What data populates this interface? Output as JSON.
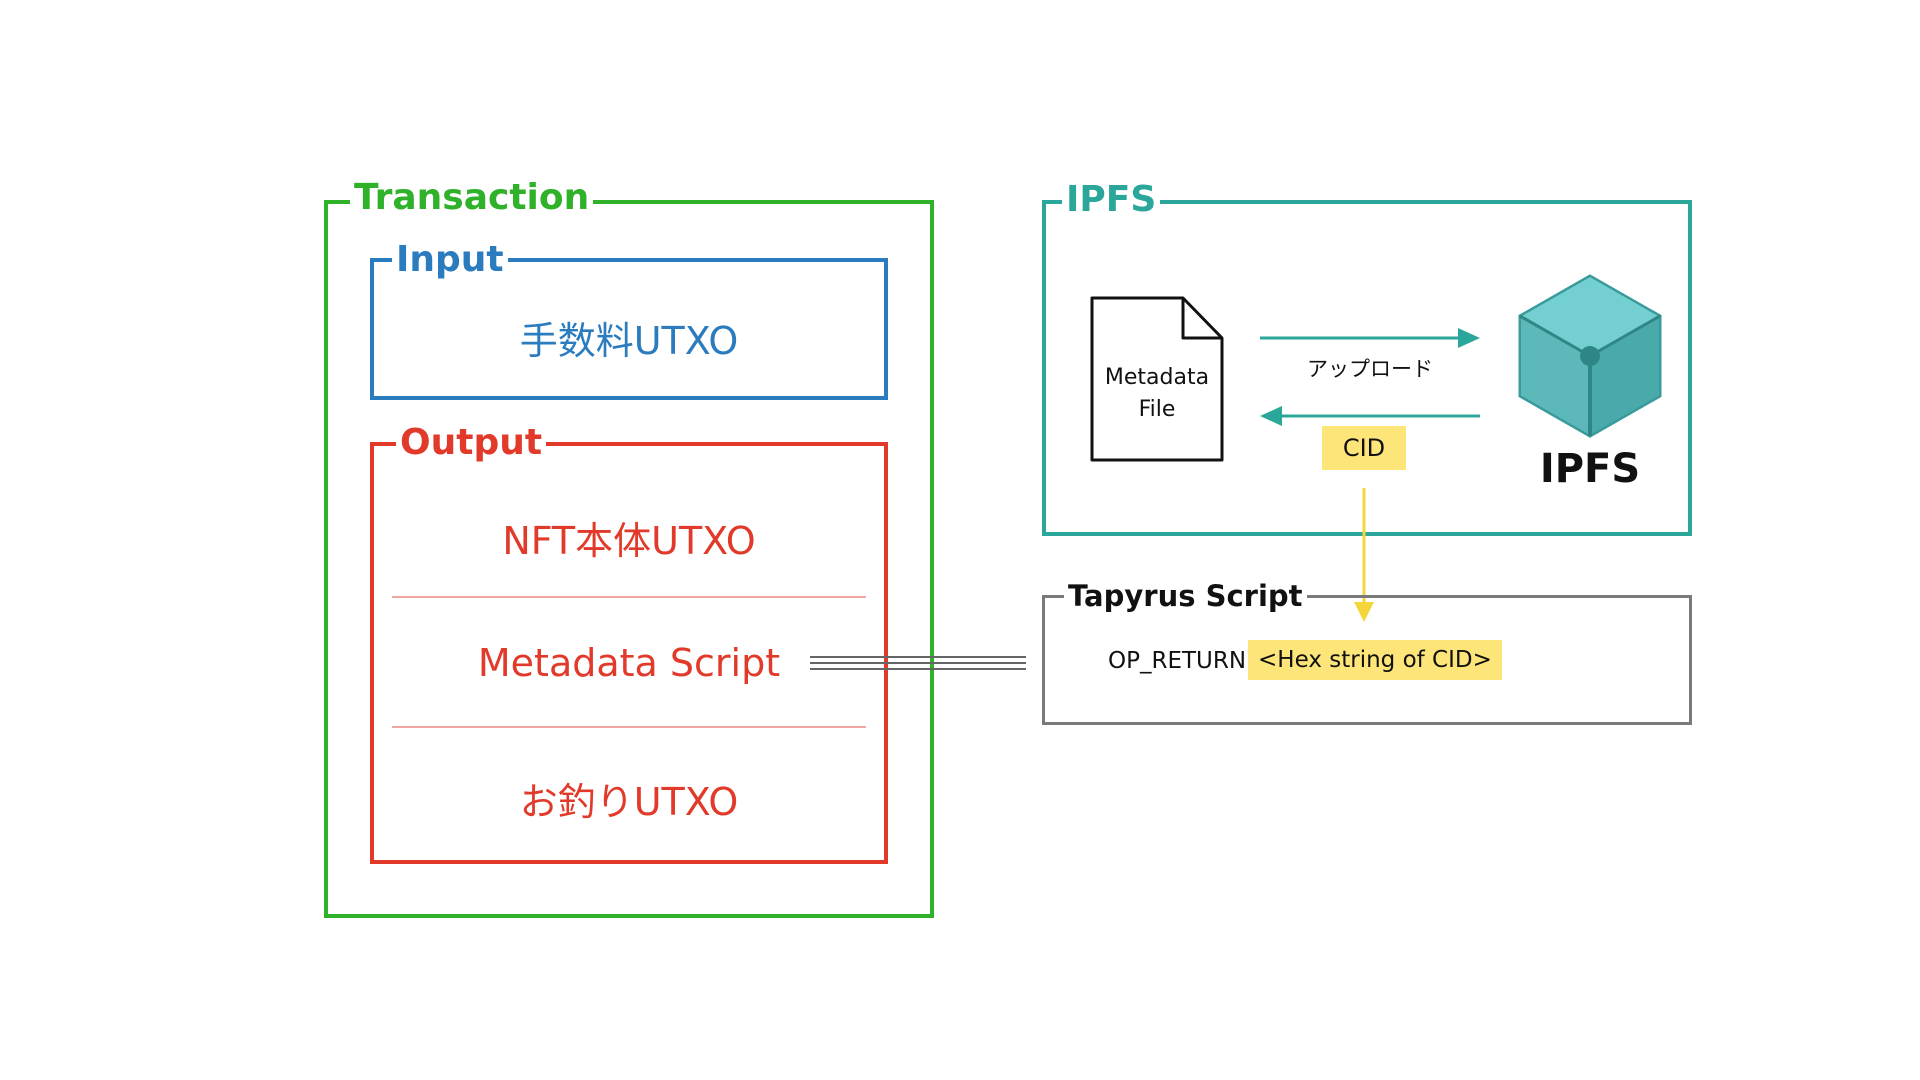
{
  "transaction": {
    "title": "Transaction",
    "input": {
      "title": "Input",
      "item": "手数料UTXO"
    },
    "output": {
      "title": "Output",
      "items": [
        "NFT本体UTXO",
        "Metadata Script",
        "お釣りUTXO"
      ]
    }
  },
  "ipfs_section": {
    "title": "IPFS",
    "file_label": "Metadata\nFile",
    "upload_label": "アップロード",
    "cid_label": "CID",
    "logo_text": "IPFS"
  },
  "tapyrus_script": {
    "title": "Tapyrus Script",
    "opcode": "OP_RETURN",
    "payload": "<Hex string of CID>"
  },
  "colors": {
    "transaction": "#2fb12a",
    "input": "#2b7bbf",
    "output": "#e23a2a",
    "ipfs": "#2aa79a",
    "tapyrus": "#7a7a7a",
    "highlight": "#fde57a",
    "cid_arrow": "#f5d63a"
  }
}
